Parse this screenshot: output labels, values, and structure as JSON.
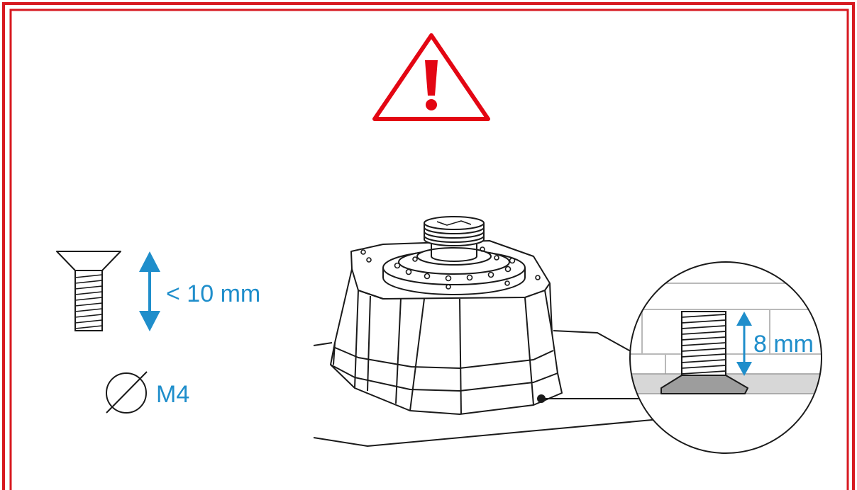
{
  "labels": {
    "screw_length": "< 10 mm",
    "thread_size": "M4",
    "thread_depth": "8 mm"
  },
  "colors": {
    "frame_red": "#d71920",
    "warning_red": "#e30613",
    "dimension_blue": "#1f8ecb",
    "line_black": "#1a1a1a",
    "zoom_gray": "#b9b9b9"
  },
  "icons": {
    "warning": "warning-triangle-icon",
    "screw": "countersunk-screw-icon",
    "diameter": "diameter-icon"
  }
}
